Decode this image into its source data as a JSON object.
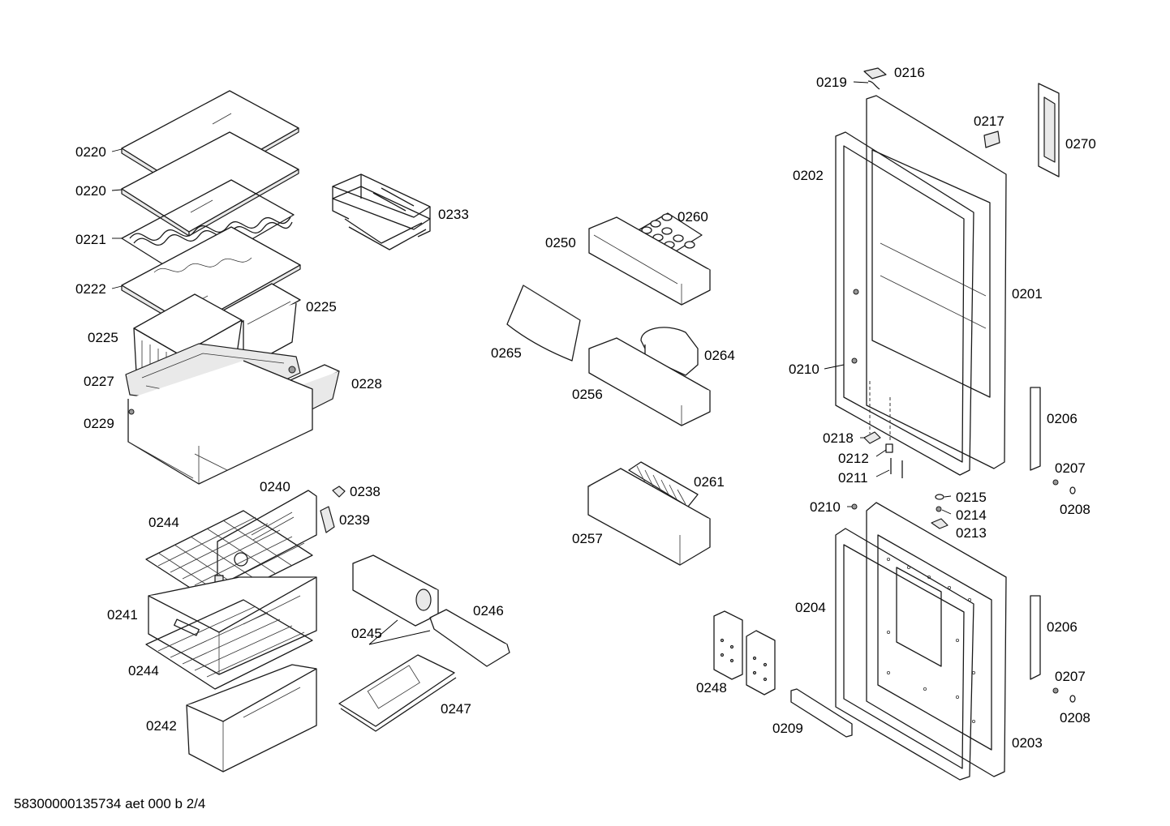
{
  "footer": "58300000135734 aet 000 b 2/4",
  "callouts": {
    "shelf_top": "0220",
    "shelf_second": "0220",
    "bottle_rack": "0221",
    "shelf_cover": "0222",
    "box_right": "0225",
    "box_left": "0225",
    "drawer_frame": "0227",
    "drawer_cover": "0228",
    "crisper_bin": "0229",
    "wire_rack": "0233",
    "egg_tray": "0260",
    "door_shelf_egg": "0250",
    "bottle_holder": "0265",
    "butter_box": "0264",
    "door_shelf_mid": "0256",
    "bottle_divider": "0261",
    "door_shelf_bottom": "0257",
    "freezer_frame": "0240",
    "knob": "0238",
    "bracket": "0239",
    "grid_upper": "0244",
    "freezer_drawer": "0241",
    "grid_lower": "0244",
    "freezer_drawer_bottom": "0242",
    "ice_maker": "0245",
    "ice_tray": "0246",
    "ice_bin": "0247",
    "hinge_cover": "0216",
    "hinge_pin": "0219",
    "plug": "0217",
    "control_panel": "0270",
    "door_seal_upper": "0202",
    "door_upper": "0201",
    "hinge_bolt": "0210",
    "handle_upper": "0206",
    "bearing": "0218",
    "bush": "0212",
    "screw": "0211",
    "screw_handle_upper": "0207",
    "washer_upper": "0208",
    "hinge_bolt_lower": "0210",
    "cap": "0215",
    "hinge_screw": "0214",
    "hinge_middle": "0213",
    "door_seal_lower": "0204",
    "handle_lower": "0206",
    "screw_handle_lower": "0207",
    "washer_lower": "0208",
    "cold_packs": "0248",
    "kickplate": "0209",
    "door_lower": "0203"
  }
}
